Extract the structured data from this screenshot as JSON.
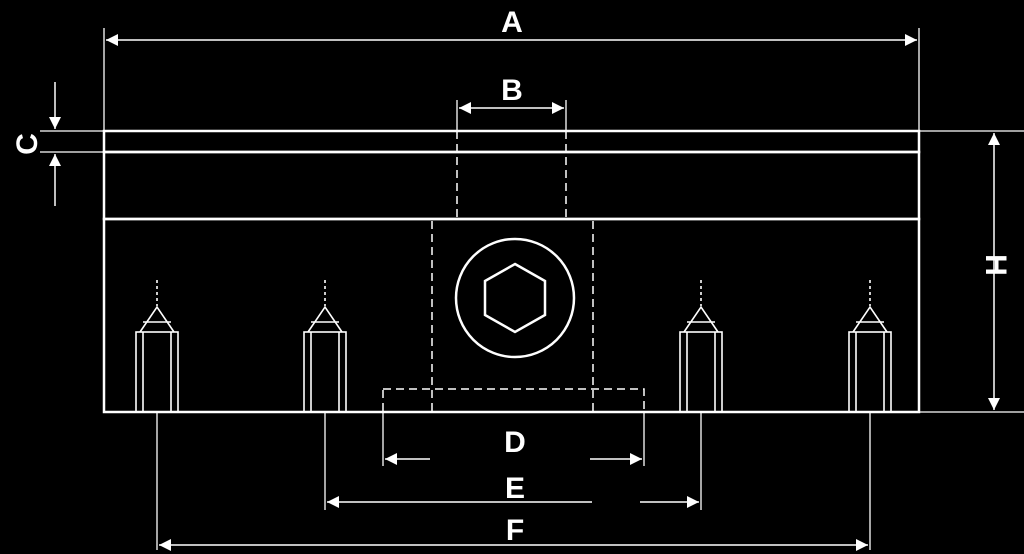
{
  "diagram": {
    "background_color": "#000000",
    "line_color": "#ffffff",
    "dimension_labels": {
      "a": "A",
      "b": "B",
      "c": "C",
      "d": "D",
      "e": "E",
      "f": "F",
      "h": "H"
    }
  }
}
